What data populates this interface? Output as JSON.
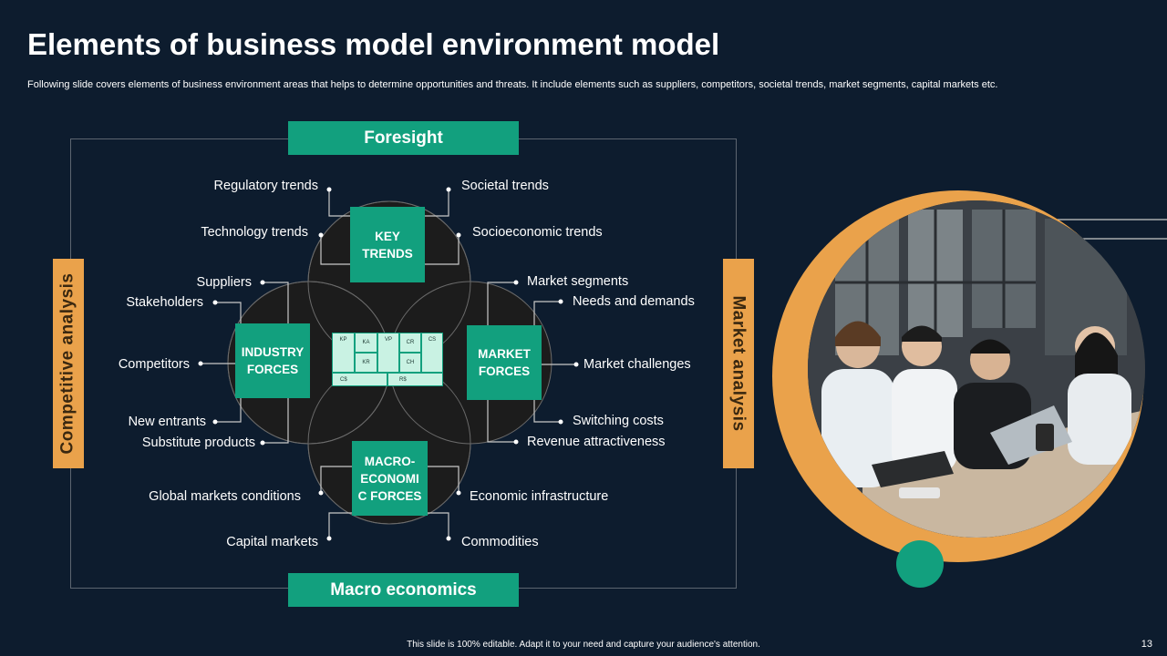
{
  "slide": {
    "title": "Elements of business model environment model",
    "subtitle": "Following slide covers elements of business environment areas that helps to determine opportunities and threats. It include elements such as suppliers, competitors, societal trends, market segments, capital markets etc.",
    "footer": "This slide is 100% editable.  Adapt it to your need and capture your audience's attention.",
    "page_number": "13"
  },
  "banners": {
    "top": "Foresight",
    "bottom": "Macro economics",
    "left": "Competitive analysis",
    "right": "Market analysis"
  },
  "forces": {
    "key_trends": [
      "KEY",
      "TRENDS"
    ],
    "industry": [
      "INDUSTRY",
      "FORCES"
    ],
    "market": [
      "MARKET",
      "FORCES"
    ],
    "macro": [
      "MACRO-",
      "ECONOMI",
      "C FORCES"
    ]
  },
  "canvas_cells": {
    "kp": "KP",
    "ka": "KA",
    "vp": "VP",
    "cr": "CR",
    "cs_top": "CS",
    "kr": "KR",
    "ch": "CH",
    "cs_bottom": "C$",
    "rs": "R$"
  },
  "labels": {
    "regulatory_trends": "Regulatory trends",
    "societal_trends": "Societal trends",
    "technology_trends": "Technology trends",
    "socioeconomic_trends": "Socioeconomic trends",
    "suppliers": "Suppliers",
    "stakeholders": "Stakeholders",
    "competitors": "Competitors",
    "new_entrants": "New entrants",
    "substitute_products": "Substitute products",
    "market_segments": "Market segments",
    "needs_and_demands": "Needs and demands",
    "market_challenges": "Market challenges",
    "switching_costs": "Switching costs",
    "revenue_attractiveness": "Revenue attractiveness",
    "global_markets_conditions": "Global markets conditions",
    "economic_infrastructure": "Economic infrastructure",
    "capital_markets": "Capital markets",
    "commodities": "Commodities"
  },
  "colors": {
    "background": "#0d1c2e",
    "green": "#12a07e",
    "orange": "#eaa24b",
    "circle_fill": "#1c1c1c"
  }
}
